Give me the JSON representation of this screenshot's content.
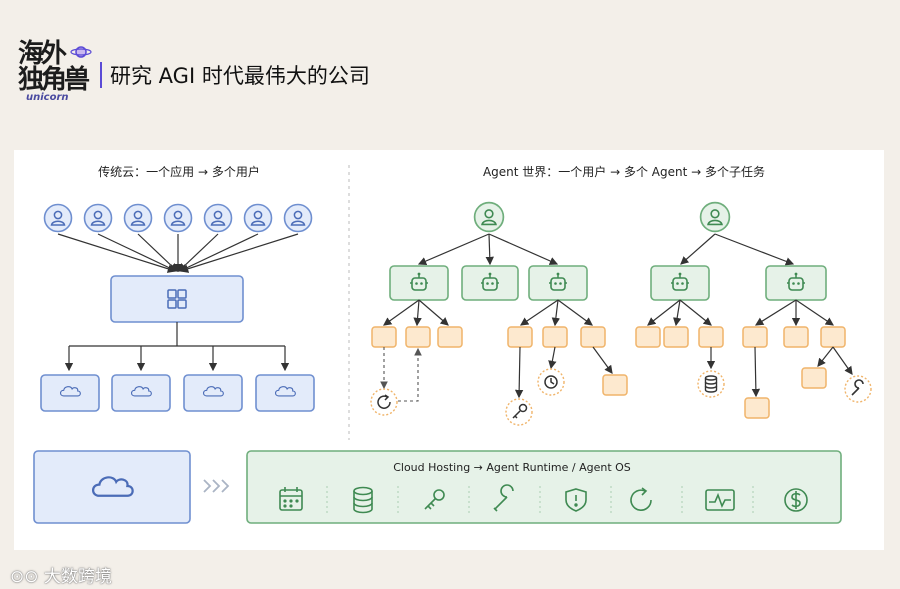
{
  "header": {
    "logo_line1": "海外",
    "logo_line2": "独角兽",
    "logo_sub": "unicorn",
    "title": "研究 AGI 时代最伟大的公司"
  },
  "diagram": {
    "left_title": "传统云：一个应用 → 多个用户",
    "right_title": "Agent 世界：一个用户 → 多个 Agent → 多个子任务",
    "bottom_title": "Cloud Hosting → Agent Runtime / Agent OS",
    "bottom_icons": [
      "calendar-icon",
      "database-icon",
      "key-icon",
      "wrench-icon",
      "shield-icon",
      "refresh-icon",
      "monitor-icon",
      "dollar-icon"
    ]
  },
  "colors": {
    "blue_fill": "#e3ebfa",
    "blue_stroke": "#6f8fd0",
    "green_fill": "#e6f2e8",
    "green_stroke": "#6fae7c",
    "orange_fill": "#fde9cf",
    "orange_stroke": "#f0b46a"
  },
  "watermark": "大数跨境"
}
